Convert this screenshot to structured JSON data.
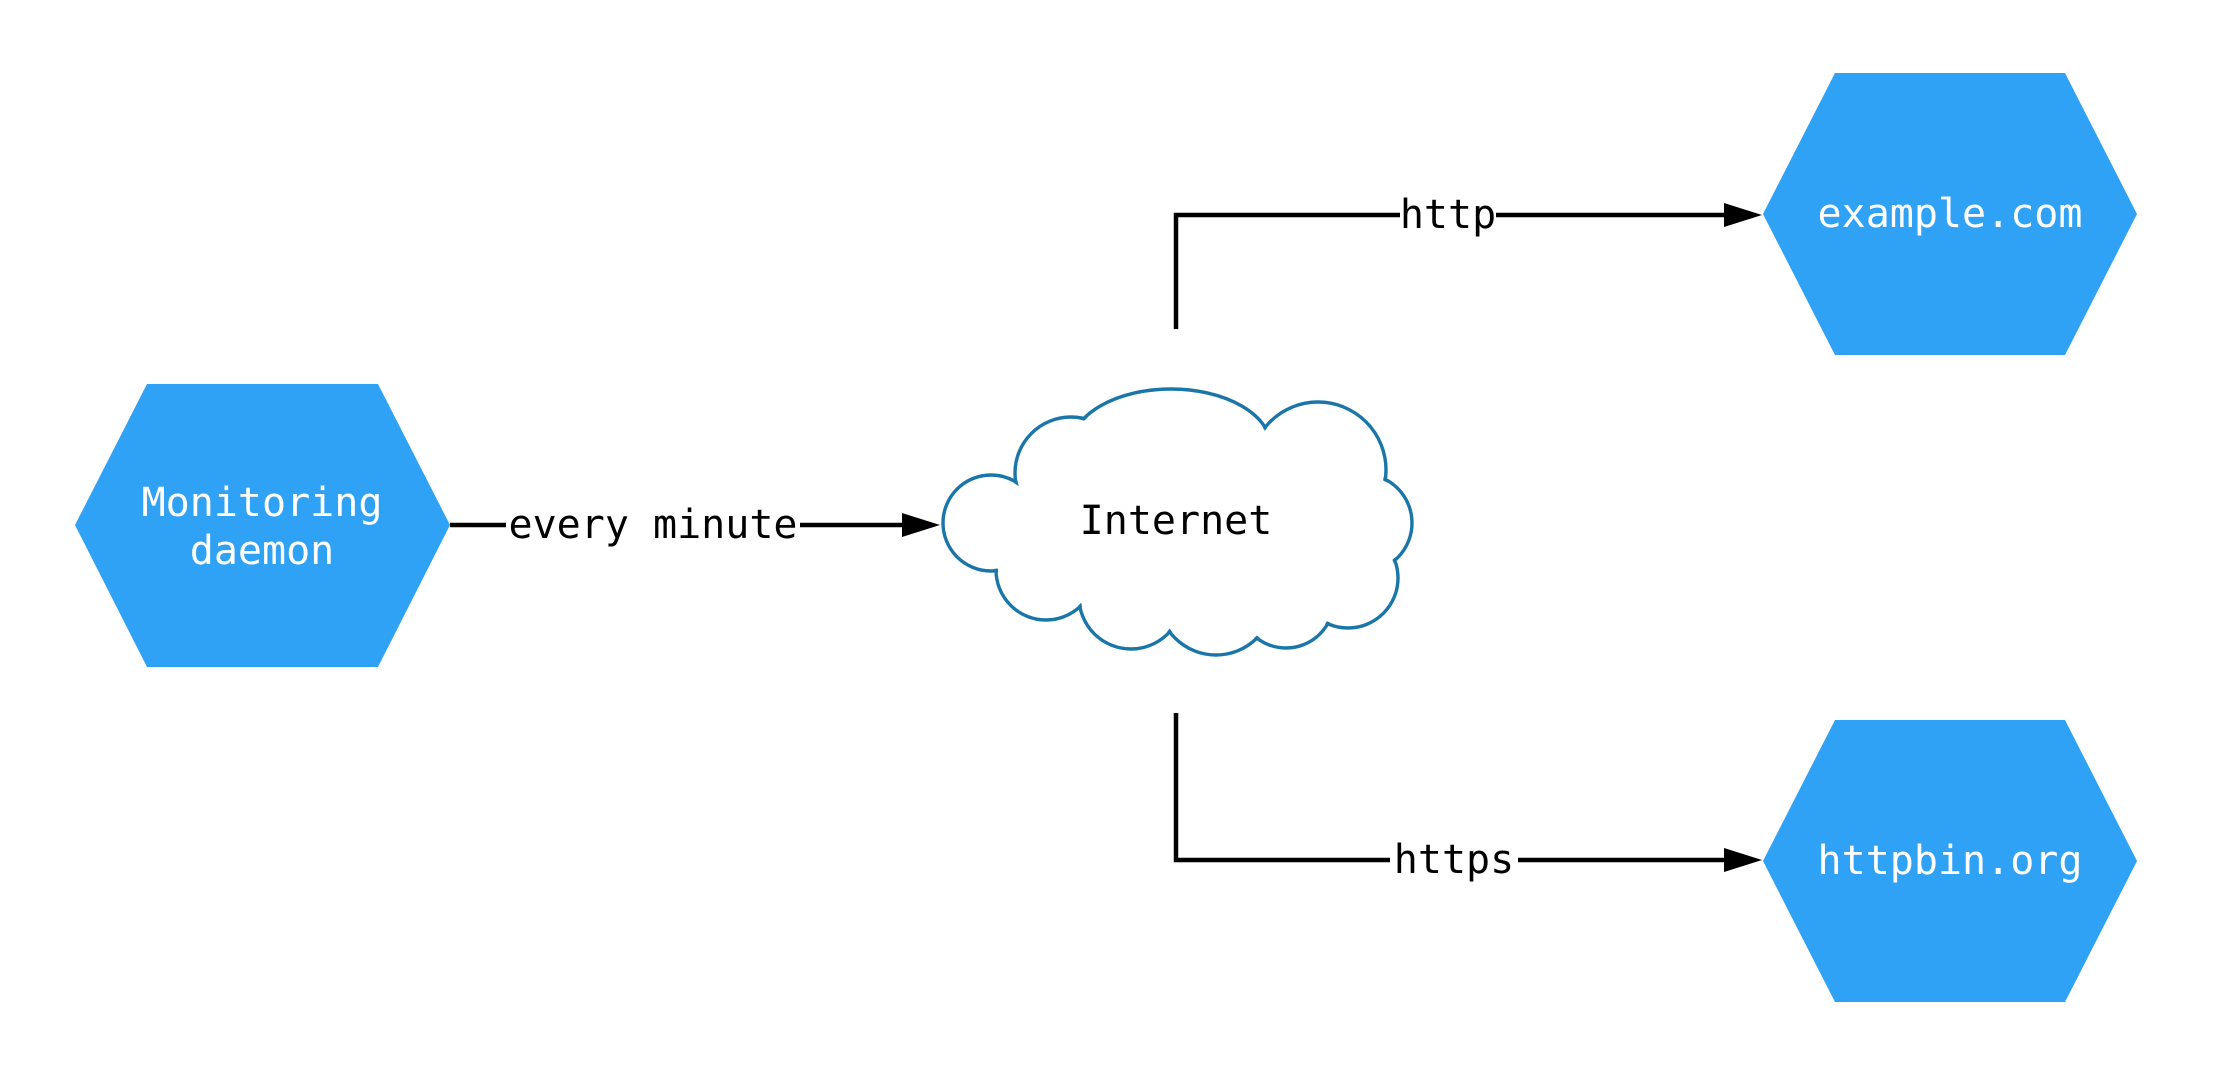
{
  "diagram": {
    "background": "#ffffff",
    "edge_color": "#000000",
    "label_color": "#000000",
    "nodes": {
      "monitoring_daemon": {
        "shape": "hexagon",
        "label_line1": "Monitoring",
        "label_line2": "daemon",
        "fill": "#2FA2F5",
        "text_color": "#ffffff"
      },
      "internet": {
        "shape": "cloud",
        "label": "Internet",
        "fill": "#ffffff",
        "stroke": "#1A76A8",
        "text_color": "#000000"
      },
      "example_com": {
        "shape": "hexagon",
        "label": "example.com",
        "fill": "#2FA2F5",
        "text_color": "#ffffff"
      },
      "httpbin_org": {
        "shape": "hexagon",
        "label": "httpbin.org",
        "fill": "#2FA2F5",
        "text_color": "#ffffff"
      }
    },
    "edges": [
      {
        "from": "Monitoring daemon",
        "to": "Internet",
        "label": "every minute"
      },
      {
        "from": "Internet",
        "to": "example.com",
        "label": "http"
      },
      {
        "from": "Internet",
        "to": "httpbin.org",
        "label": "https"
      }
    ]
  }
}
